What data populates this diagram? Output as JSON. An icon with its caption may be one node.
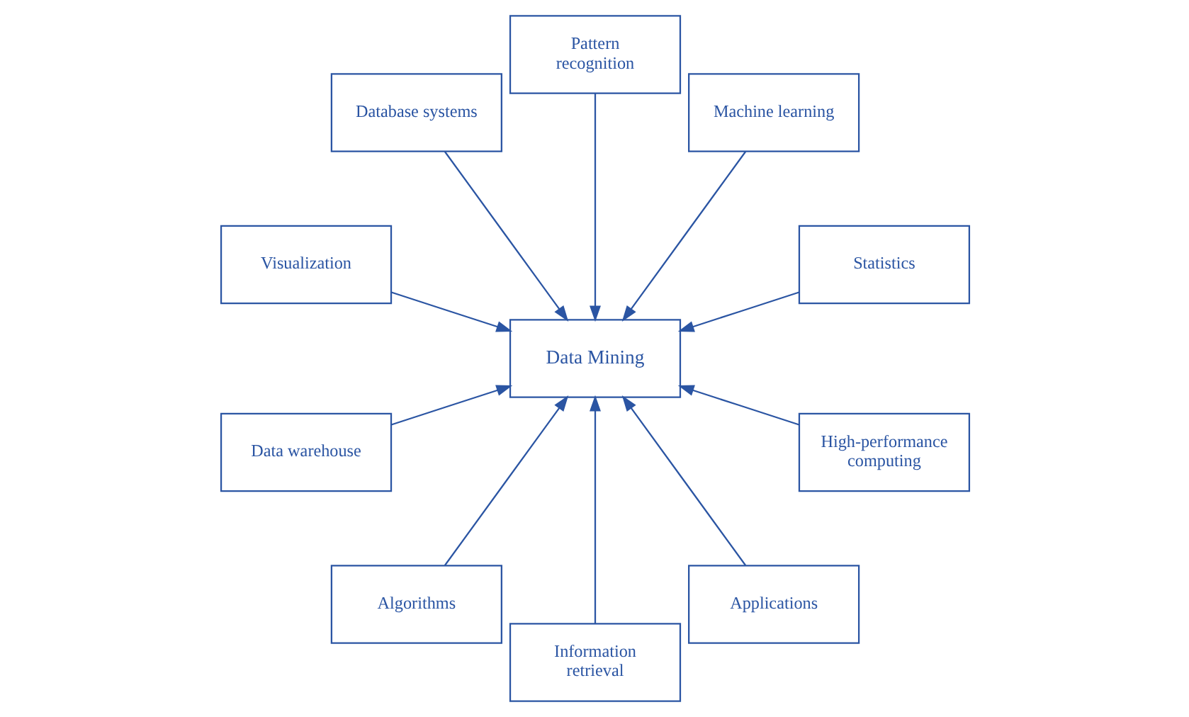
{
  "diagram": {
    "nodes": [
      {
        "text": [
          "Statistics"
        ]
      },
      {
        "text": [
          "Machine learning"
        ]
      },
      {
        "text": [
          "Pattern recognition"
        ]
      },
      {
        "text": [
          "Database systems"
        ]
      },
      {
        "text": [
          "Data Mining"
        ]
      },
      {
        "text": [
          "Visualization"
        ]
      },
      {
        "text": [
          "Data warehouse"
        ]
      },
      {
        "text": [
          "Algorithms"
        ]
      },
      {
        "text": [
          "Information retrieval"
        ]
      },
      {
        "text": [
          "Applications"
        ]
      },
      {
        "text": [
          "High-performance computing"
        ]
      }
    ],
    "edges": [
      {
        "from": 0,
        "to": 4,
        "arrow": "to"
      },
      {
        "from": 1,
        "to": 4,
        "arrow": "to"
      },
      {
        "from": 2,
        "to": 4,
        "arrow": "to"
      },
      {
        "from": 3,
        "to": 4,
        "arrow": "to"
      },
      {
        "from": 5,
        "to": 4,
        "arrow": "to"
      },
      {
        "from": 6,
        "to": 4,
        "arrow": "to"
      },
      {
        "from": 7,
        "to": 4,
        "arrow": "to"
      },
      {
        "from": 8,
        "to": 4,
        "arrow": "to"
      },
      {
        "from": 9,
        "to": 4,
        "arrow": "to"
      },
      {
        "from": 10,
        "to": 4,
        "arrow": "to"
      }
    ]
  }
}
